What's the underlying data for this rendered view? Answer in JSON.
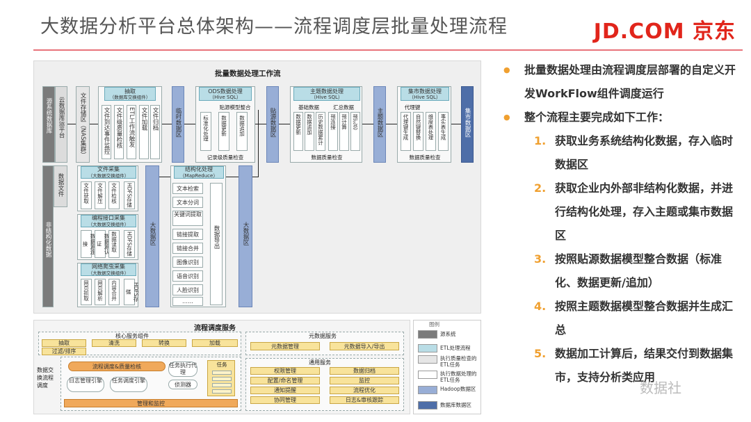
{
  "header": {
    "title": "大数据分析平台总体架构——流程调度层批量处理流程",
    "logo": "JD.COM 京东"
  },
  "top_diagram": {
    "title": "批量数据处理工作流",
    "source_sys": "源系统数据库",
    "cloud_platform": "云数据库运平台",
    "file_store": "文件存储区（NAS集群）",
    "extract_title": "抽取",
    "extract_sub": "（数据库交换组件）",
    "extract_cols": [
      "文件到达事件监控",
      "文件级质量检核",
      "ETL工作流触发",
      "文件加载",
      "文件归档"
    ],
    "temp_area": "临时数据区",
    "ods_title": "ODS数据处理",
    "ods_sub": "（Hive SQL）",
    "ods_model": "贴源模型整合",
    "ods_cols": [
      "标准化处理",
      "数据更新",
      "数据追加"
    ],
    "ods_check": "记录级质量检查",
    "paste_area": "贴源数据区",
    "topic_title": "主题数据处理",
    "topic_sub": "（Hive SQL）",
    "topic_heads": [
      "基础数据",
      "汇总数据"
    ],
    "topic_cols": [
      "数据更新",
      "数据追加",
      "历史数据累计",
      "预连接",
      "预计算",
      "预汇总"
    ],
    "topic_check": "数据质量检查",
    "topic_area": "主题数据区",
    "mart_title": "集市数据处理",
    "mart_sub": "（Hive SQL）",
    "mart_head": "代理键",
    "mart_cols": [
      "代理键生成",
      "自然键替换",
      "维度表处理",
      "事实表生成"
    ],
    "mart_check": "数据质量检查",
    "mart_area": "集市数据区",
    "data_file": "数据文件",
    "unstruct": "非结构化数据",
    "file_collect_title": "文件采集",
    "file_collect_sub": "（大数据交换组件）",
    "file_collect_cols": [
      "文件获取",
      "文件解压",
      "文件检核",
      "HDFS存储"
    ],
    "api_collect_title": "编程接口采集",
    "api_collect_sub": "（大数据交换组件）",
    "api_collect_cols": [
      "数据源连接",
      "数据源认证",
      "数据读取",
      "HDFS存储"
    ],
    "crawl_collect_title": "网络爬虫采集",
    "crawl_collect_sub": "（大数据交换组件）",
    "crawl_collect_cols": [
      "网页抓取",
      "网页解析",
      "内容合并",
      "HDFS存储"
    ],
    "bigdata_area1": "大数据区",
    "struct_title": "结构化处理",
    "struct_sub": "（MapReduce）",
    "struct_items": [
      "文本检索",
      "文本分词",
      "关键词提取",
      "链接提取",
      "链接合并",
      "图像识别",
      "语音识别",
      "人脸识别",
      "……"
    ],
    "data_export": "数据导出",
    "bigdata_area2": "大数据区"
  },
  "bottom_diagram": {
    "title": "流程调度服务",
    "core_title": "核心服务组件",
    "core_items": [
      "抽取",
      "清洗",
      "转换",
      "加载",
      "过滤/排序"
    ],
    "meta_title": "元数据服务",
    "meta_items": [
      "元数据管理",
      "元数据导入/导出"
    ],
    "side_label": "数据交换流程调度",
    "flow_check": "流程调度&质量检核",
    "log_mgr": "日志管理引擎",
    "flow_engine": "任务调度引擎",
    "task_exec": "任务执行代理",
    "detector": "侦测器",
    "task_title": "任务",
    "manage": "管理和监控",
    "common_title": "通用服务",
    "common_items": [
      "权限管理",
      "数据归档",
      "配置/命名管理",
      "监控",
      "通知提醒",
      "流程优化",
      "协同管理",
      "日志&审核跟踪"
    ]
  },
  "legend": {
    "title": "图例",
    "items": [
      "源系统",
      "ETL处理流程",
      "执行质量检查的ETL任务",
      "执行数据处理的ETL任务",
      "Hadoop数据区",
      "数据库数据区"
    ]
  },
  "bullets": {
    "main1": "批量数据处理由流程调度层部署的自定义开发WorkFlow组件调度运行",
    "main2": "整个流程主要完成如下工作：",
    "items": [
      {
        "num": "1.",
        "text": "获取业务系统结构化数据，存入临时数据区"
      },
      {
        "num": "2.",
        "text": "获取企业内外部非结构化数据，并进行结构化处理，存入主题或集市数据区"
      },
      {
        "num": "3.",
        "text": "按照贴源数据模型整合数据（标准化、数据更新/追加）"
      },
      {
        "num": "4.",
        "text": "按照主题数据模型整合数据并生成汇总"
      },
      {
        "num": "5.",
        "text": "数据加工计算后，结果交付到数据集市，支持分析类应用"
      }
    ]
  },
  "watermark": "数据社",
  "colors": {
    "accent": "#f0a030",
    "brand": "#e1251b",
    "rule": "#e8737a",
    "etl_cyan": "#b9dde6",
    "hadoop_blue": "#98aed6",
    "db_navy": "#4e6ea8"
  }
}
